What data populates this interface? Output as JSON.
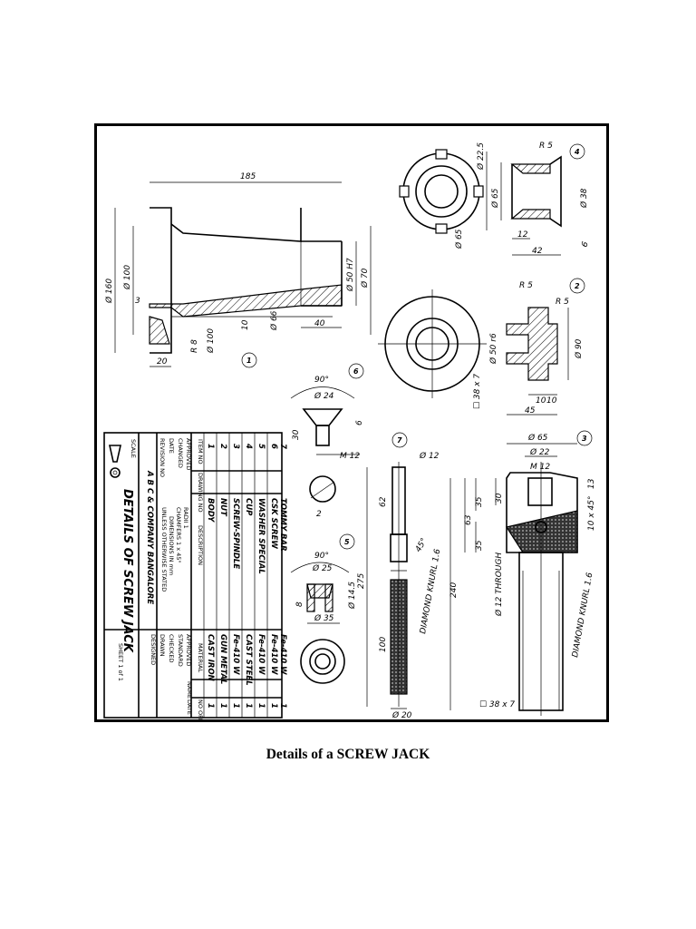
{
  "caption": "Details of a SCREW JACK",
  "title_block": {
    "title": "DETAILS OF SCREW JACK",
    "company": "A B C & COMPANY BANGALORE",
    "sheet": "SHEET 1 of 1",
    "scale_label": "SCALE",
    "headers": {
      "item_no": "ITEM NO",
      "drawing_no": "DRAWING NO",
      "description": "DESCRIPTION",
      "material": "MATERIAL",
      "no_off": "NO OFF"
    },
    "parts": [
      {
        "item": "7",
        "description": "TOMMY BAR",
        "material": "Fe-410 W",
        "qty": "1"
      },
      {
        "item": "6",
        "description": "CSK SCREW",
        "material": "Fe-410 W",
        "qty": "1"
      },
      {
        "item": "5",
        "description": "WASHER SPECIAL",
        "material": "Fe-410 W",
        "qty": "1"
      },
      {
        "item": "4",
        "description": "CUP",
        "material": "CAST STEEL",
        "qty": "1"
      },
      {
        "item": "3",
        "description": "SCREW-SPINDLE",
        "material": "Fe-410 W",
        "qty": "1"
      },
      {
        "item": "2",
        "description": "NUT",
        "material": "GUN METAL",
        "qty": "1"
      },
      {
        "item": "1",
        "description": "BODY",
        "material": "CAST IRON",
        "qty": "1"
      }
    ],
    "left_labels": [
      "REVISION NO",
      "DATE",
      "CHANGED",
      "APPROVED"
    ],
    "notes": [
      "UNLESS OTHERWISE STATED",
      "DIMENSIONS IN mm",
      "CHAMFERS  1 x 45°",
      "RADII  1"
    ],
    "sign_labels": [
      "DESIGNED",
      "DRAWN",
      "CHECKED",
      "STANDARD",
      "APPROVED"
    ],
    "name_label": "NAME",
    "date_label": "DATE"
  },
  "dimensions": {
    "body": [
      "185",
      "Ø 160",
      "Ø 100",
      "3",
      "R 8",
      "20",
      "Ø 100",
      "10",
      "Ø 66",
      "40",
      "Ø 50 H7",
      "Ø 70"
    ],
    "cup": [
      "Ø 22.5",
      "R 5",
      "Ø 65",
      "Ø 38",
      "12",
      "42",
      "6",
      "Ø 65"
    ],
    "nut": [
      "R 5",
      "R 5",
      "Ø 50 r6",
      "Ø 90",
      "10",
      "10",
      "45",
      "☐ 38 x 7"
    ],
    "screw": [
      "90°",
      "Ø 24",
      "6",
      "30",
      "M 12",
      "2"
    ],
    "tommy": [
      "Ø 12",
      "62",
      "45°",
      "275",
      "DIAMOND KNURL 1.6",
      "100",
      "Ø 20"
    ],
    "washer": [
      "90°",
      "Ø 25",
      "8",
      "Ø 14.5",
      "Ø 35"
    ],
    "spindle": [
      "Ø 65",
      "Ø 22",
      "M 12",
      "13",
      "30",
      "35",
      "63",
      "35",
      "10 x 45°",
      "Ø 12 THROUGH",
      "240",
      "DIAMOND KNURL 1.6",
      "☐ 38 x 7"
    ]
  },
  "item_balloons": [
    "1",
    "2",
    "3",
    "4",
    "5",
    "6",
    "7"
  ]
}
